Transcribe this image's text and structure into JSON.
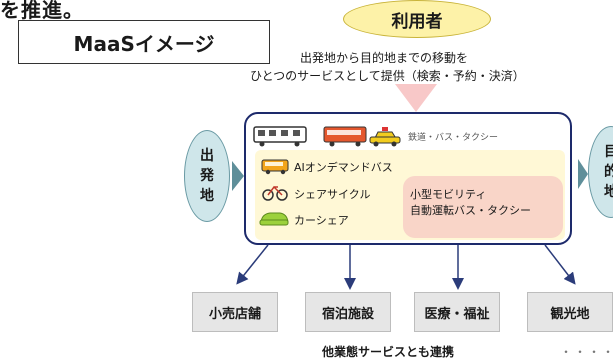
{
  "fragment_top": "を推進。",
  "title": "MaaSイメージ",
  "user": "利用者",
  "description": {
    "line1": "出発地から目的地までの移動を",
    "line2": "ひとつのサービスとして提供（検索・予約・決済）"
  },
  "origin": [
    "出",
    "発",
    "地"
  ],
  "destination": [
    "目",
    "的",
    "地"
  ],
  "transport": {
    "rail_bus_taxi": "鉄道・バス・タクシー",
    "ai_bus": "AIオンデマンドバス",
    "bike": "シェアサイクル",
    "car_share": "カーシェア",
    "mobility_line1": "小型モビリティ",
    "mobility_line2": "自動運転バス・タクシー"
  },
  "services": [
    "小売店舗",
    "宿泊施設",
    "医療・福祉",
    "観光地"
  ],
  "bottom_note": "他業態サービスとも連携",
  "ellipsis": "・・・・",
  "colors": {
    "user_fill": "#fdf2a8",
    "box_border": "#1d2a6b",
    "cream": "#fff8d6",
    "pink": "#f9d5c8",
    "side_fill": "#cfe6ea",
    "service_fill": "#e6e6e6"
  }
}
